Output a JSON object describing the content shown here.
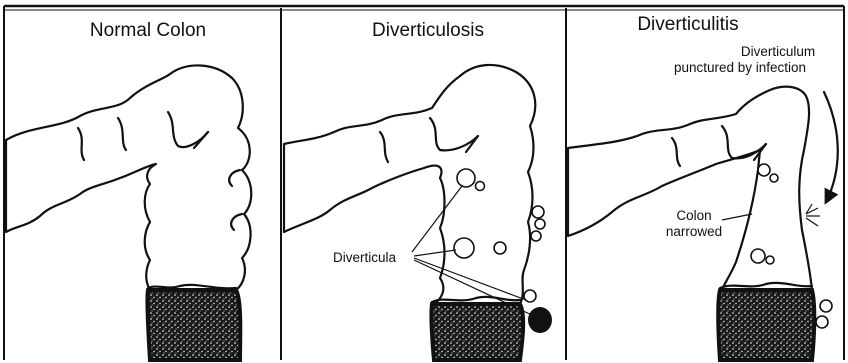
{
  "panels": [
    {
      "title": "Normal Colon"
    },
    {
      "title": "Diverticulosis",
      "label": "Diverticula"
    },
    {
      "title": "Diverticulitis",
      "label_line1": "Diverticulum",
      "label_line2": "punctured by infection",
      "label2_line1": "Colon",
      "label2_line2": "narrowed"
    }
  ],
  "colors": {
    "ink": "#111111",
    "paper": "#ffffff",
    "stipple": "#1a1a1a"
  }
}
